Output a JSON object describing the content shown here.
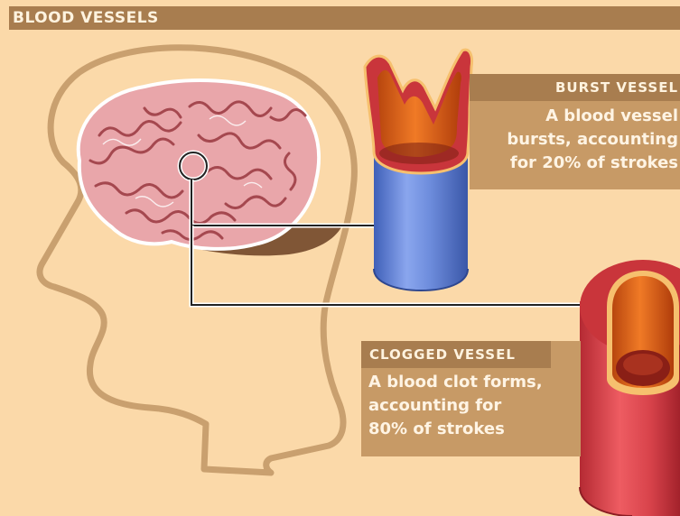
{
  "header": {
    "title": "BLOOD VESSELS"
  },
  "burst_vessel": {
    "title": "BURST VESSEL",
    "lines": [
      "A blood vessel",
      "bursts, accounting",
      "for 20% of strokes"
    ]
  },
  "clogged_vessel": {
    "title": "CLOGGED VESSEL",
    "lines": [
      "A blood clot forms,",
      "accounting for",
      "80% of strokes"
    ]
  },
  "colors": {
    "background": "#fbd9a9",
    "header_bar": "#a87d4f",
    "panel": "#c79a66",
    "head_outline": "#c9a06f",
    "brain": "#e9a6aa",
    "vessel_blue": "#6f8fd8",
    "vessel_red": "#d8434b",
    "vessel_inner": "#e56b1e"
  },
  "icons": [
    "head-outline-icon",
    "brain-icon",
    "magnifier-circle-icon",
    "burst-vessel-icon",
    "clogged-vessel-icon"
  ]
}
